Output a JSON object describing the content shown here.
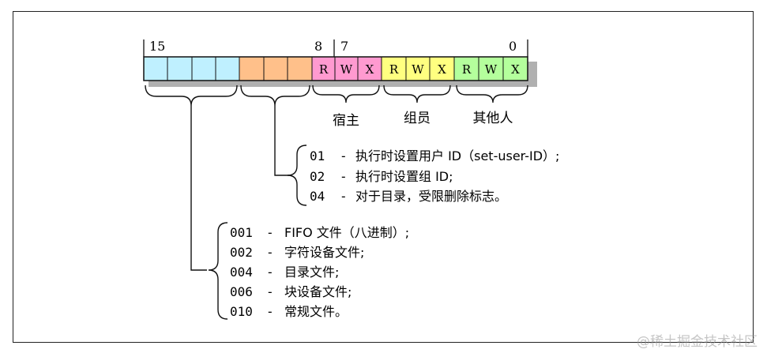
{
  "bit_labels": {
    "b15": "15",
    "b8": "8",
    "b7": "7",
    "b0": "0"
  },
  "colors": {
    "cyan": "#bff0ff",
    "orange": "#ffc08a",
    "pink": "#ff9ad0",
    "yellow": "#ffff80",
    "green": "#b4ff9c",
    "shadow": "#b0b0b0"
  },
  "permission_letters": [
    "R",
    "W",
    "X"
  ],
  "groups": {
    "owner": "宿主",
    "group": "组员",
    "other": "其他人"
  },
  "special_bits": [
    {
      "code": "01",
      "dash": "-",
      "text": "执行时设置用户 ID（set-user-ID）;"
    },
    {
      "code": "02",
      "dash": "-",
      "text": "执行时设置组 ID;"
    },
    {
      "code": "04",
      "dash": "-",
      "text": "对于目录，受限删除标志。"
    }
  ],
  "file_types": [
    {
      "code": "001",
      "dash": "-",
      "text": "FIFO 文件（八进制）;"
    },
    {
      "code": "002",
      "dash": "-",
      "text": "字符设备文件;"
    },
    {
      "code": "004",
      "dash": "-",
      "text": "目录文件;"
    },
    {
      "code": "006",
      "dash": "-",
      "text": "块设备文件;"
    },
    {
      "code": "010",
      "dash": "-",
      "text": "常规文件。"
    }
  ],
  "watermark": "@稀土掘金技术社区"
}
